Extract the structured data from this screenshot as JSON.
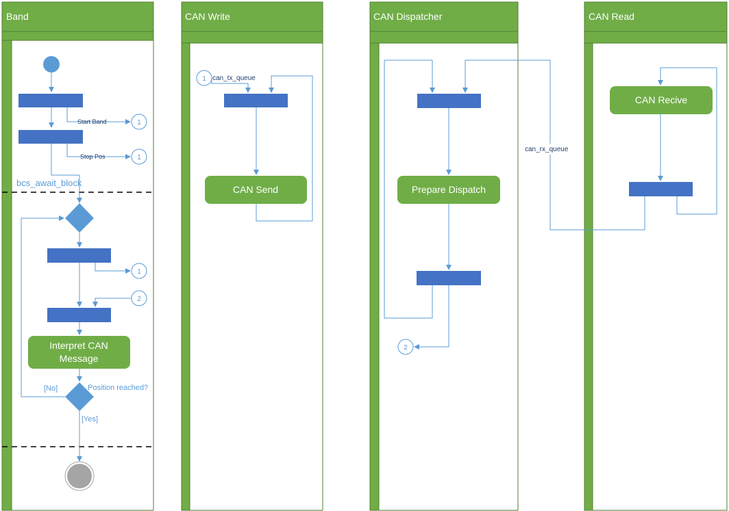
{
  "colors": {
    "lane_green": "#70ad47",
    "lane_border": "#507e32",
    "fork_bar": "#4472c4",
    "activity_green": "#70ad47",
    "connector_blue": "#5b9bd5",
    "decision_blue": "#5b9bd5",
    "final_gray": "#a5a5a5"
  },
  "lanes": [
    {
      "title": "Band"
    },
    {
      "title": "CAN Write"
    },
    {
      "title": "CAN Dispatcher"
    },
    {
      "title": "CAN Read"
    }
  ],
  "band": {
    "start_band_label": "Start Band",
    "stop_pos_label": "Stop Pos",
    "await_block_label": "bcs_await_block",
    "interpret_label_line1": "Interpret CAN",
    "interpret_label_line2": "Message",
    "decision_label": "Position reached?",
    "guard_no": "[No]",
    "guard_yes": "[Yes]",
    "connector_1": "1",
    "connector_2": "2"
  },
  "can_write": {
    "queue_label": "can_tx_queue",
    "send_label": "CAN Send",
    "connector_1": "1"
  },
  "can_dispatcher": {
    "prepare_label": "Prepare Dispatch",
    "connector_2": "2",
    "rx_queue_label": "can_rx_queue"
  },
  "can_read": {
    "receive_label": "CAN Recive"
  }
}
